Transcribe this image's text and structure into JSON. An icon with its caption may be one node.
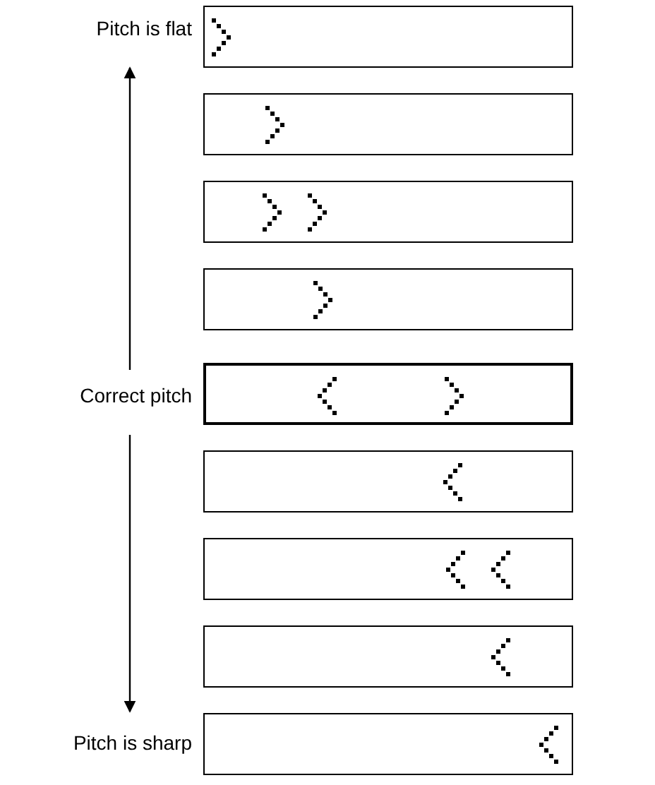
{
  "diagram": {
    "nodes": [
      {
        "text": [],
        "shape": "box"
      },
      {
        "text": [],
        "shape": "box"
      },
      {
        "text": [],
        "shape": "box"
      },
      {
        "text": [],
        "shape": "box"
      },
      {
        "text": [],
        "shape": "box"
      },
      {
        "text": [],
        "shape": "box"
      },
      {
        "text": [],
        "shape": "box"
      },
      {
        "text": [],
        "shape": "box"
      },
      {
        "text": [],
        "shape": "box"
      }
    ],
    "labels": [
      "Pitch is flat",
      "Correct pitch",
      "Pitch is sharp"
    ]
  }
}
